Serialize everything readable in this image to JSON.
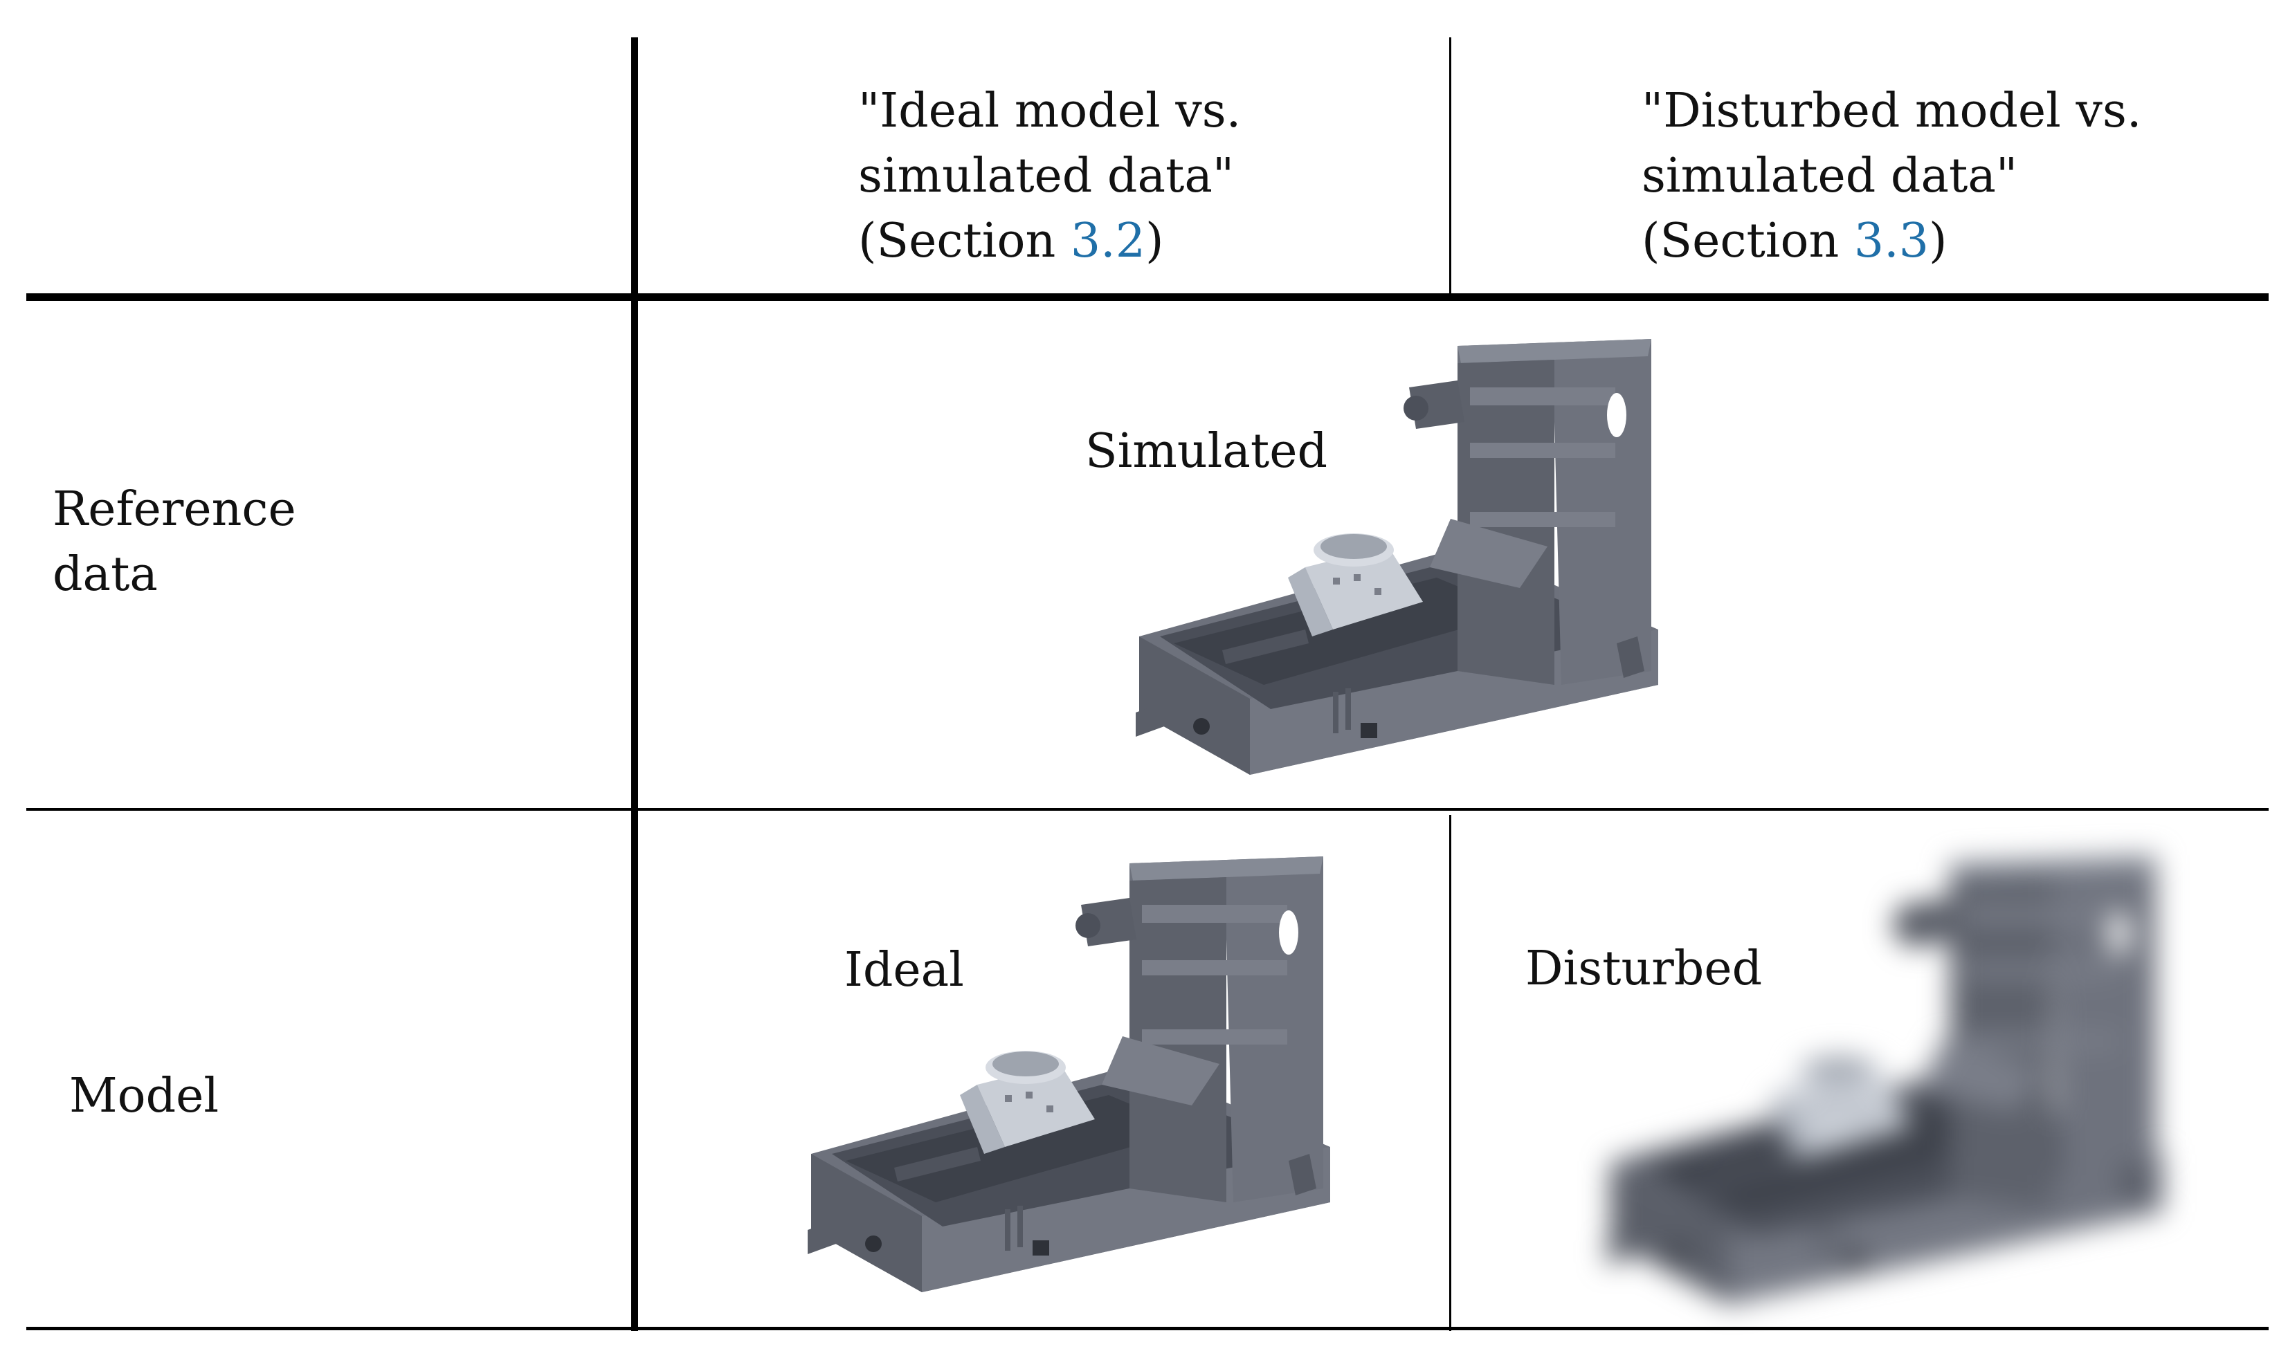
{
  "table": {
    "header": {
      "col_ideal": {
        "line1": "\"Ideal model vs.",
        "line2": "simulated data\"",
        "section_prefix": "(Section ",
        "section_ref": "3.2",
        "section_suffix": ")"
      },
      "col_disturbed": {
        "line1": "\"Disturbed model vs.",
        "line2": "simulated data\"",
        "section_prefix": "(Section ",
        "section_ref": "3.3",
        "section_suffix": ")"
      }
    },
    "rows": {
      "reference": {
        "label_line1": "Reference",
        "label_line2": "data",
        "image_label": "Simulated"
      },
      "model": {
        "label": "Model",
        "ideal_label": "Ideal",
        "disturbed_label": "Disturbed"
      }
    }
  },
  "colors": {
    "link": "#1f6fa8",
    "machine": "#666a75",
    "machine_light": "#c9ced6"
  }
}
